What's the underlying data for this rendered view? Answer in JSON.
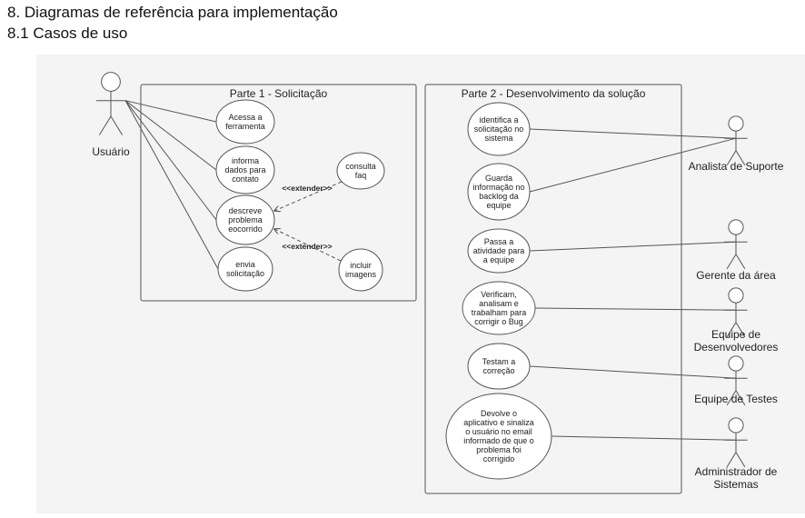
{
  "headings": {
    "section": "8.  Diagramas de referência para implementação",
    "subsection": "8.1 Casos de uso"
  },
  "colors": {
    "canvas_background": "#f4f4f4",
    "stroke": "#555555",
    "text": "#222222"
  },
  "diagram": {
    "boundaries": [
      {
        "title": "Parte 1  - Solicitação"
      },
      {
        "title": "Parte 2 - Desenvolvimento da solução"
      }
    ],
    "actors": [
      {
        "id": "usuario",
        "lines": [
          "Usuário"
        ]
      },
      {
        "id": "analista",
        "lines": [
          "Analista de Suporte"
        ]
      },
      {
        "id": "gerente",
        "lines": [
          "Gerente da área"
        ]
      },
      {
        "id": "devs",
        "lines": [
          "Equipe de",
          "Desenvolvedores"
        ]
      },
      {
        "id": "testes",
        "lines": [
          "Equipe de Testes"
        ]
      },
      {
        "id": "admin",
        "lines": [
          "Administrador de",
          "Sistemas"
        ]
      }
    ],
    "use_cases": [
      {
        "id": "acessa",
        "lines": [
          "Acessa a",
          "ferramenta"
        ]
      },
      {
        "id": "informa",
        "lines": [
          "informa",
          "dados para",
          "contato"
        ]
      },
      {
        "id": "descreve",
        "lines": [
          "descreve",
          "problema",
          "eocorrido"
        ]
      },
      {
        "id": "envia",
        "lines": [
          "envia",
          "solicitação"
        ]
      },
      {
        "id": "consulta",
        "lines": [
          "consulta",
          "faq"
        ]
      },
      {
        "id": "incluir",
        "lines": [
          "incluir",
          "imagens"
        ]
      },
      {
        "id": "identifica",
        "lines": [
          "identifica a",
          "solicitação no",
          "sistema"
        ]
      },
      {
        "id": "guarda",
        "lines": [
          "Guarda",
          "informação no",
          "backlog da",
          "equipe"
        ]
      },
      {
        "id": "passa",
        "lines": [
          "Passa a",
          "atividade para",
          "a equipe"
        ]
      },
      {
        "id": "verificam",
        "lines": [
          "Verificam,",
          "analisam e",
          "trabalham para",
          "corrigir o Bug"
        ]
      },
      {
        "id": "testam",
        "lines": [
          "Testam a",
          "correção"
        ]
      },
      {
        "id": "devolve",
        "lines": [
          "Devolve o",
          "aplicativo e sinaliza",
          "o usuário no email",
          "informado de que o",
          "problema foi",
          "corrigido"
        ]
      }
    ],
    "extend_label": "<<extender>>",
    "associations": [
      [
        "usuario",
        "acessa"
      ],
      [
        "usuario",
        "informa"
      ],
      [
        "usuario",
        "descreve"
      ],
      [
        "usuario",
        "envia"
      ],
      [
        "identifica",
        "analista"
      ],
      [
        "guarda",
        "analista"
      ],
      [
        "passa",
        "gerente"
      ],
      [
        "verificam",
        "devs"
      ],
      [
        "testam",
        "testes"
      ],
      [
        "devolve",
        "admin"
      ]
    ],
    "extends": [
      {
        "from": "consulta",
        "to": "descreve"
      },
      {
        "from": "incluir",
        "to": "descreve"
      }
    ]
  }
}
